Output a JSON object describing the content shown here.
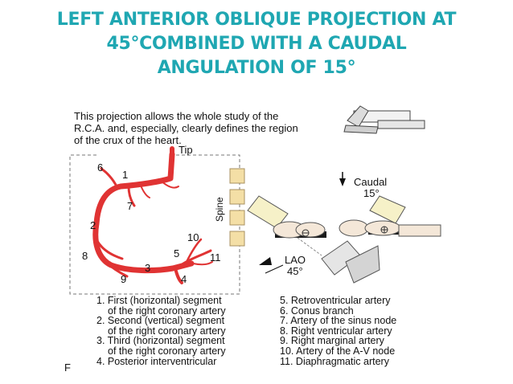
{
  "slide": {
    "title_lines": [
      "LEFT ANTERIOR OBLIQUE PROJECTION AT",
      "45°COMBINED WITH A CAUDAL",
      "ANGULATION OF 15°"
    ],
    "title_color": "#1fa7b2",
    "artery_color": "#e03333"
  },
  "intro_lines": [
    "This projection allows the whole study of the",
    "R.C.A. and, especially, clearly defines the region",
    "of the crux of the heart."
  ],
  "diagram": {
    "tip_label": "Tip",
    "spine_label": "Spine",
    "caudal_label": "Caudal",
    "caudal_angle": "15°",
    "lao_label": "LAO",
    "lao_angle": "45°",
    "numbers": [
      "1",
      "2",
      "3",
      "4",
      "5",
      "6",
      "7",
      "8",
      "9",
      "10",
      "11"
    ]
  },
  "legend": {
    "left": [
      "1. First (horizontal) segment",
      "of the right coronary artery",
      "2. Second (vertical) segment",
      "of the right coronary artery",
      "3. Third (horizontal) segment",
      "of the right coronary artery",
      "4. Posterior interventricular"
    ],
    "right": [
      "5. Retroventricular artery",
      "6. Conus branch",
      "7. Artery of the sinus node",
      "8. Right ventricular artery",
      "9. Right marginal artery",
      "10. Artery of the A-V node",
      "11. Diaphragmatic artery"
    ]
  },
  "figure_letter": "F"
}
